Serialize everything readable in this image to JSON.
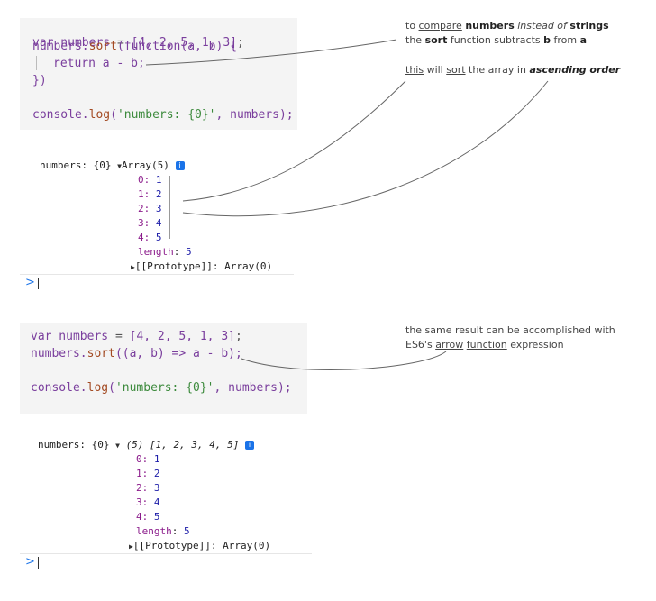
{
  "example1": {
    "code": {
      "line1": {
        "kw": "var",
        "name": " numbers ",
        "eq": "= ",
        "arr": "[4, 2, 5, 1, 3]",
        "semi": ";"
      },
      "line2": {
        "obj": "numbers.",
        "method": "sort",
        "args": "(function(a, b) {"
      },
      "line3": {
        "text": "return a - b;"
      },
      "line4": {
        "text": "})"
      },
      "line5": {
        "obj": "console.",
        "method": "log",
        "open": "(",
        "str": "'numbers: {0}'",
        "rest": ", numbers);"
      }
    },
    "console": {
      "prefix": "numbers: {0}",
      "summary": "Array(5)",
      "badge": "i",
      "items": [
        {
          "k": "0",
          "v": "1"
        },
        {
          "k": "1",
          "v": "2"
        },
        {
          "k": "2",
          "v": "3"
        },
        {
          "k": "3",
          "v": "4"
        },
        {
          "k": "4",
          "v": "5"
        }
      ],
      "length_key": "length",
      "length_val": "5",
      "proto": "[[Prototype]]: Array(0)",
      "prompt": ">"
    }
  },
  "example2": {
    "code": {
      "line1": {
        "kw": "var",
        "name": " numbers ",
        "eq": "= ",
        "arr": "[4, 2, 5, 1, 3]",
        "semi": ";"
      },
      "line2": {
        "obj": "numbers.",
        "method": "sort",
        "args": "((a, b) => a - b);"
      },
      "line3": {
        "obj": "console.",
        "method": "log",
        "open": "(",
        "str": "'numbers: {0}'",
        "rest": ", numbers);"
      }
    },
    "console": {
      "prefix": "numbers: {0}",
      "summary": "(5) [1, 2, 3, 4, 5]",
      "badge": "i",
      "items": [
        {
          "k": "0",
          "v": "1"
        },
        {
          "k": "1",
          "v": "2"
        },
        {
          "k": "2",
          "v": "3"
        },
        {
          "k": "3",
          "v": "4"
        },
        {
          "k": "4",
          "v": "5"
        }
      ],
      "length_key": "length",
      "length_val": "5",
      "proto": "[[Prototype]]: Array(0)",
      "prompt": ">"
    }
  },
  "notes": {
    "n1": {
      "a": "to ",
      "b": "compare",
      "c": " ",
      "d": "numbers",
      "e": " ",
      "f": "instead of",
      "g": " ",
      "h": "strings",
      "l2a": "the ",
      "l2b": "sort",
      "l2c": " function subtracts ",
      "l2d": "b",
      "l2e": " from ",
      "l2f": "a"
    },
    "n2": {
      "a": "this",
      "b": " will ",
      "c": "sort",
      "d": " the array in ",
      "e": "ascending order"
    },
    "n3": {
      "l1": "the same result can be accomplished with",
      "l2a": "ES6's ",
      "l2b": "arrow",
      "l2c": " ",
      "l2d": "function",
      "l2e": " expression"
    }
  },
  "colors": {
    "accent": "#1a73e8",
    "code_bg": "#f4f4f4",
    "string": "#3c8a3c",
    "method": "#a34a22",
    "keyword": "#7a3e9d"
  }
}
